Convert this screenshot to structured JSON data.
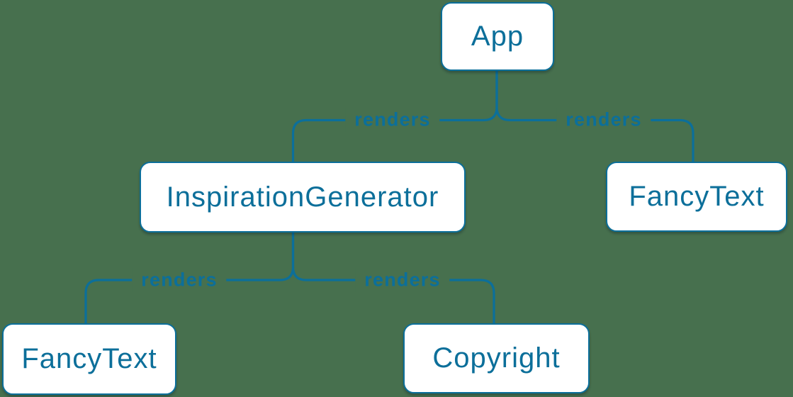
{
  "diagram": {
    "description": "React component render tree",
    "colors": {
      "background": "#47704E",
      "accent": "#0C6F9A",
      "node_fill": "#FFFFFF"
    },
    "nodes": [
      {
        "id": "app",
        "label": "App"
      },
      {
        "id": "inspiration-generator",
        "label": "InspirationGenerator"
      },
      {
        "id": "fancy-text-top",
        "label": "FancyText"
      },
      {
        "id": "fancy-text-bottom",
        "label": "FancyText"
      },
      {
        "id": "copyright",
        "label": "Copyright"
      }
    ],
    "edges": [
      {
        "from": "App",
        "to": "InspirationGenerator",
        "label": "renders"
      },
      {
        "from": "App",
        "to": "FancyText",
        "label": "renders"
      },
      {
        "from": "InspirationGenerator",
        "to": "FancyText",
        "label": "renders"
      },
      {
        "from": "InspirationGenerator",
        "to": "Copyright",
        "label": "renders"
      }
    ]
  }
}
